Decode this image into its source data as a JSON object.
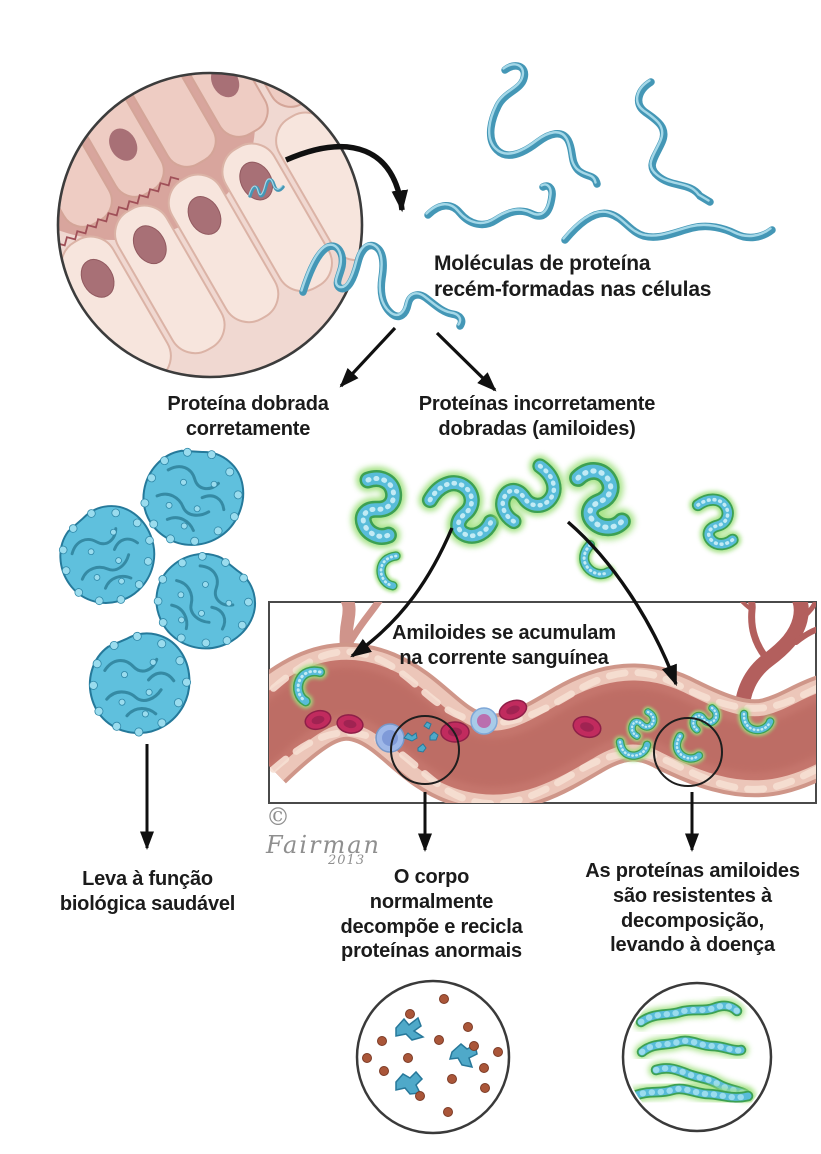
{
  "labels": {
    "molecules": "Moléculas de proteína\nrecém-formadas nas células",
    "folded_correctly": "Proteína dobrada\ncorretamente",
    "misfolded": "Proteínas incorretamente\ndobradas (amiloides)",
    "bloodstream": "Amiloides se acumulam\nna corrente sanguínea",
    "healthy_function": "Leva à função\nbiológica saudável",
    "body_recycles": "O corpo\nnormalmente\ndecompõe e recicla\nproteínas anormais",
    "resistant": "As proteínas amiloides\nsão resistentes à\ndecomposição,\nlevando à doença"
  },
  "signature": {
    "artist": "© Fairman",
    "year": "2013"
  },
  "palette": {
    "background": "#ffffff",
    "text": "#1b1b1b",
    "protein_blue": "#4497b6",
    "protein_highlight": "#a5d8e8",
    "folded_protein": "#58bcd9",
    "amyloid_glow": "#9fe07d",
    "amyloid_rim": "#3da052",
    "vessel_lumen": "#c5766d",
    "vessel_wall": "#ecc6b9",
    "red_blood_cell": "#c12b5e",
    "white_blood_cell": "#a8cbe8",
    "tissue_pink": "#f0d8d1",
    "nucleus_mauve": "#a87076",
    "fragment_dot": "#aa5639",
    "arrow_black": "#101010",
    "signature_gray": "#8f8f8f"
  }
}
